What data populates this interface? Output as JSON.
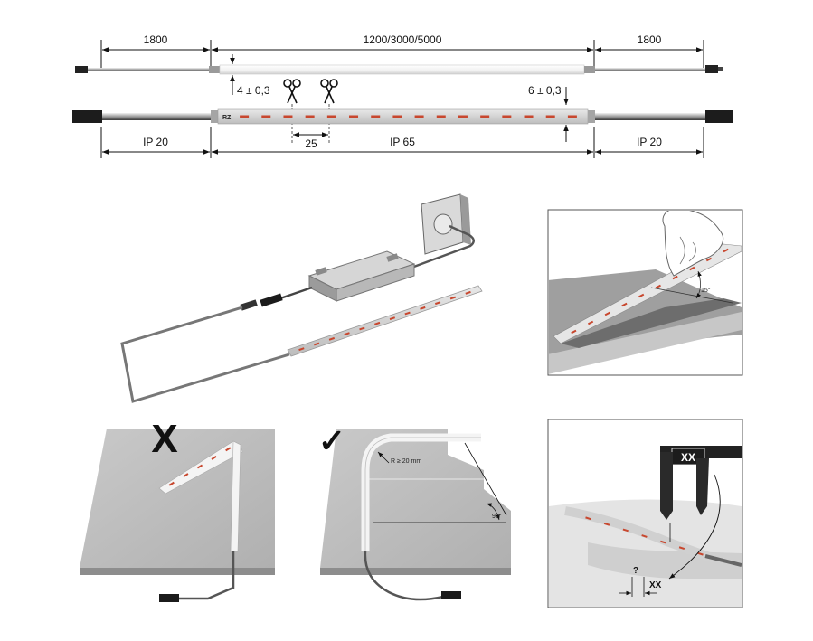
{
  "dimensions": {
    "cable_left": "1800",
    "strip_length": "1200/3000/5000",
    "cable_right": "1800",
    "thickness_left": "4 ± 0,3",
    "thickness_right": "6 ± 0,3",
    "cut_interval": "25",
    "ip_left": "IP 20",
    "ip_center": "IP 65",
    "ip_right": "IP 20"
  },
  "strip_marking": "RZ",
  "install_detail": {
    "angle": "15°"
  },
  "bend_wrong": {
    "mark": "X"
  },
  "bend_right": {
    "mark": "✓",
    "radius": "R ≥ 20 mm",
    "angle": "90°"
  },
  "measure_detail": {
    "caliper_value": "XX",
    "unknown": "?",
    "result": "XX"
  },
  "colors": {
    "line": "#111111",
    "strip_body": "#cfcfcf",
    "led_chip": "#c8472e",
    "panel": "#bdbdbd",
    "panel_edge": "#8d8d8d"
  }
}
